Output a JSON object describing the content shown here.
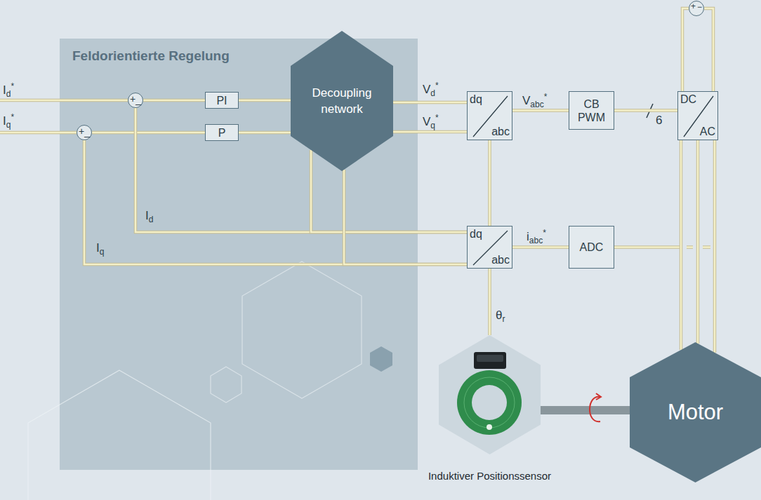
{
  "diagram": {
    "nodes": [
      {
        "text": [
          "Feldorientierte Regelung"
        ]
      },
      {
        "text": [
          "+",
          "_"
        ],
        "in": 0
      },
      {
        "text": [
          "PI"
        ],
        "in": 0
      },
      {
        "text": [
          "+",
          "_"
        ],
        "in": 0
      },
      {
        "text": [
          "P"
        ],
        "in": 0
      },
      {
        "text": [
          "Decoupling network"
        ],
        "in": 0
      },
      {
        "text": [
          "dq",
          "abc"
        ]
      },
      {
        "text": [
          "CB PWM"
        ]
      },
      {
        "text": [
          "+",
          "−"
        ]
      },
      {
        "text": [
          "DC",
          "AC"
        ]
      },
      {
        "text": [
          "dq",
          "abc"
        ]
      },
      {
        "text": [
          "ADC"
        ]
      },
      {
        "text": [
          "Induktiver Positionssensor"
        ]
      },
      {
        "text": [
          "Motor"
        ]
      }
    ],
    "edges": [
      {
        "from": 1,
        "to": 2,
        "arrow": "none"
      },
      {
        "from": 3,
        "to": 4,
        "arrow": "none"
      },
      {
        "from": 2,
        "to": 5,
        "arrow": "none"
      },
      {
        "from": 4,
        "to": 5,
        "arrow": "none"
      },
      {
        "from": 5,
        "to": 6,
        "label": "Vd*",
        "arrow": "none"
      },
      {
        "from": 5,
        "to": 6,
        "label": "Vq*",
        "arrow": "none"
      },
      {
        "from": 6,
        "to": 7,
        "label": "Vabc*",
        "arrow": "none"
      },
      {
        "from": 7,
        "to": 9,
        "label": "6",
        "arrow": "none"
      },
      {
        "from": 8,
        "to": 9,
        "arrow": "none"
      },
      {
        "from": 9,
        "to": 13,
        "arrow": "none"
      },
      {
        "from": 9,
        "to": 13,
        "arrow": "none"
      },
      {
        "from": 9,
        "to": 13,
        "arrow": "none"
      },
      {
        "from": 10,
        "to": 11,
        "label": "iabc*",
        "arrow": "none"
      },
      {
        "from": 10,
        "to": 1,
        "label": "Id",
        "arrow": "none"
      },
      {
        "from": 10,
        "to": 5,
        "arrow": "none"
      },
      {
        "from": 10,
        "to": 3,
        "label": "Iq",
        "arrow": "none"
      },
      {
        "from": 10,
        "to": 5,
        "arrow": "none"
      },
      {
        "from": 12,
        "to": 10,
        "label": "θr",
        "arrow": "none"
      },
      {
        "from": 10,
        "to": 6,
        "arrow": "none"
      },
      {
        "from": 12,
        "to": 13,
        "arrow": "none"
      }
    ],
    "labels": [
      "Id*",
      "Iq*"
    ]
  }
}
